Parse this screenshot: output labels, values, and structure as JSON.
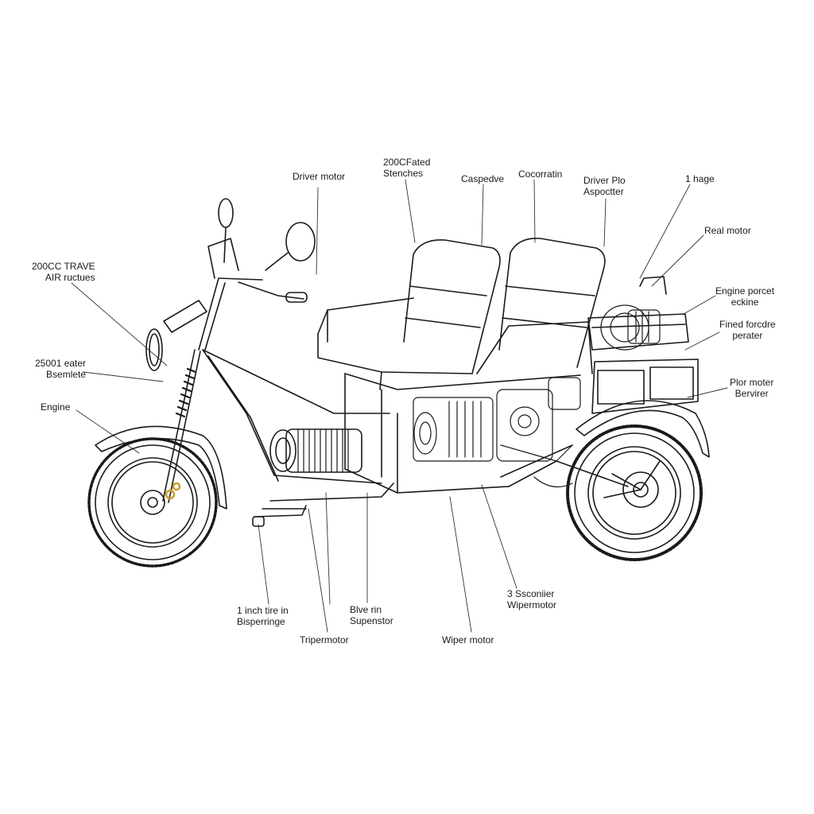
{
  "labels": {
    "driver_motor_top": [
      "Driver motor"
    ],
    "fated_stenches": [
      "200CFated",
      "Stenches"
    ],
    "caspedve": [
      "Caspedve"
    ],
    "cocorratin": [
      "Cocorratin"
    ],
    "driver_plo": [
      "Driver Plo",
      "Aspoctter"
    ],
    "one_hage": [
      "1 hage"
    ],
    "real_motor": [
      "Real motor"
    ],
    "engine_porcet": [
      "Engine porcet",
      "eckine"
    ],
    "fined_forcdre": [
      "Fined forcdre",
      "perater"
    ],
    "plor_moter": [
      "Plor moter",
      "Bervirer"
    ],
    "trave_air": [
      "200CC TRAVE",
      "AIR ructues"
    ],
    "eater_bsemlete": [
      "25001 eater",
      "Bsemlete"
    ],
    "engine": [
      "Engine"
    ],
    "inch_tire": [
      "1 inch tire in",
      "Bisperringe"
    ],
    "tripermotor": [
      "Tripermotor"
    ],
    "bive_rin": [
      "Blve rin",
      "Supenstor"
    ],
    "wiper_motor": [
      "Wiper motor"
    ],
    "ssconiier": [
      "3 Ssconiier",
      "Wipermotor"
    ]
  },
  "colors": {
    "line": "#1a1a1a",
    "brass": "#c9a227"
  }
}
